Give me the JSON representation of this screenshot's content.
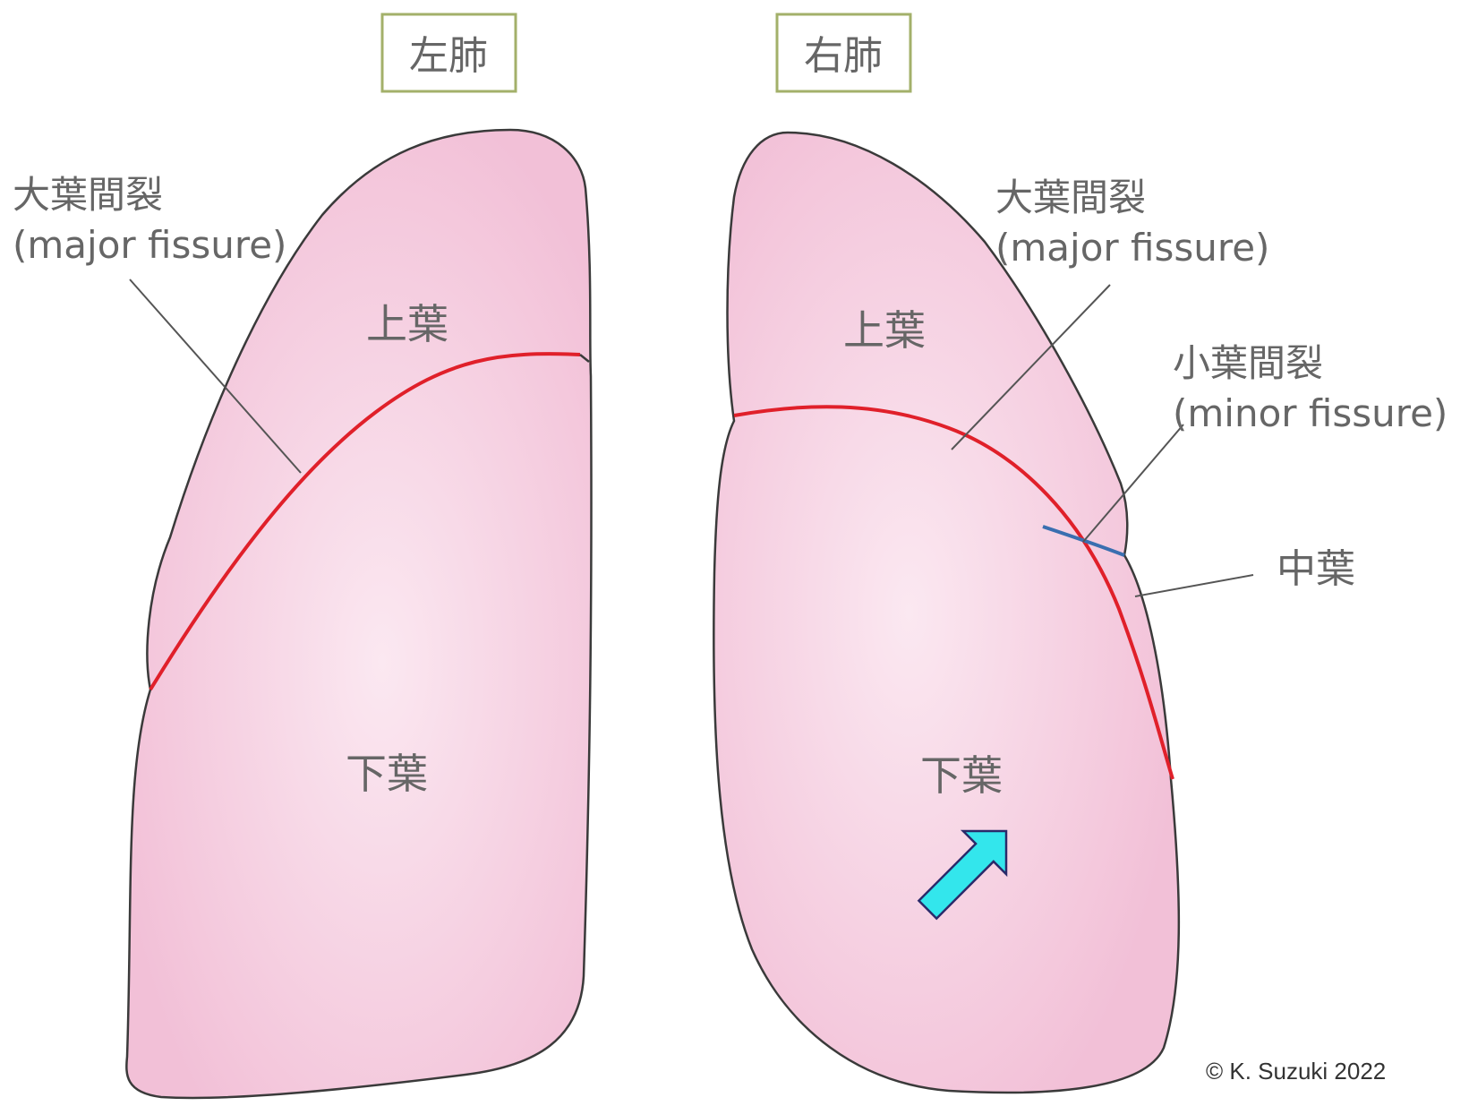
{
  "headers": {
    "left_lung": "左肺",
    "right_lung": "右肺"
  },
  "left": {
    "fissure_label_jp": "大葉間裂",
    "fissure_label_en": "(major fissure)",
    "upper_lobe": "上葉",
    "lower_lobe": "下葉"
  },
  "right": {
    "major_label_jp": "大葉間裂",
    "major_label_en": "(major fissure)",
    "minor_label_jp": "小葉間裂",
    "minor_label_en": "(minor fissure)",
    "upper_lobe": "上葉",
    "middle_lobe": "中葉",
    "lower_lobe": "下葉"
  },
  "copyright": "© K. Suzuki 2022",
  "colors": {
    "lung_fill": "#f2c0d7",
    "lung_center": "#fbe8f1",
    "major_fissure": "#e0202a",
    "minor_fissure": "#3a6fb0",
    "header_border": "#a3b06a",
    "arrow": "#33e6ec"
  },
  "icons": {
    "pointer_arrow": "arrow-up-left-icon"
  }
}
